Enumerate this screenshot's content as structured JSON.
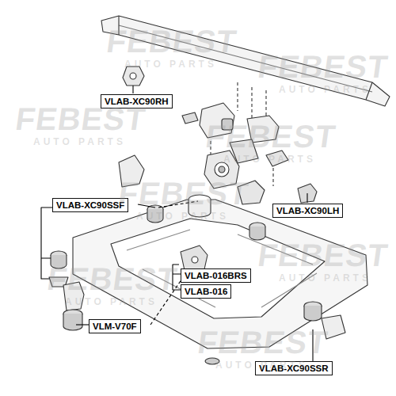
{
  "diagram": {
    "nodes": [
      {
        "text": [
          "VLAB-XC90RH"
        ]
      },
      {
        "text": [
          "VLAB-XC90SSF"
        ]
      },
      {
        "text": [
          "VLAB-XC90LH"
        ]
      },
      {
        "text": [
          "VLAB-016BRS"
        ]
      },
      {
        "text": [
          "VLAB-016"
        ]
      },
      {
        "text": [
          "VLM-V70F"
        ]
      },
      {
        "text": [
          "VLAB-XC90SSR"
        ]
      }
    ],
    "labels": [
      "FEBEST",
      "AUTO PARTS",
      "FEBEST",
      "AUTO PARTS",
      "FEBEST",
      "AUTO PARTS",
      "FEBEST",
      "AUTO PARTS",
      "FEBEST",
      "AUTO PARTS",
      "FEBEST",
      "AUTO PARTS",
      "FEBEST",
      "AUTO PARTS",
      "FEBEST",
      "AUTO PARTS"
    ]
  }
}
